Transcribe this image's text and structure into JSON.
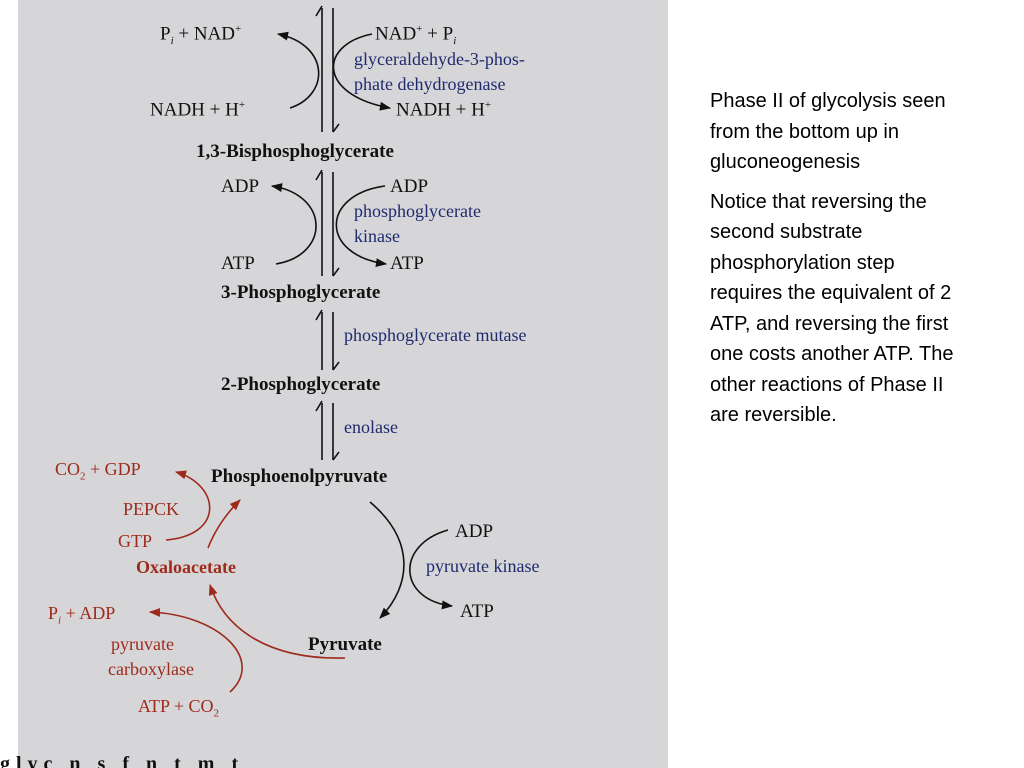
{
  "diagram": {
    "step1": {
      "left_top": "P",
      "left_top_i": "i",
      "left_top_rest": " + NAD",
      "left_top_sup": "+",
      "right_top": "NAD",
      "right_top_sup": "+",
      "right_top_rest": " + P",
      "right_top_i": "i",
      "enzyme_line1": "glyceraldehyde-3-phos-",
      "enzyme_line2": "phate dehydrogenase",
      "left_bottom": "NADH + H",
      "left_bottom_sup": "+",
      "right_bottom": "NADH + H",
      "right_bottom_sup": "+"
    },
    "compound1": "1,3-Bisphosphoglycerate",
    "step2": {
      "left_top": "ADP",
      "right_top": "ADP",
      "enzyme_line1": "phosphoglycerate",
      "enzyme_line2": "kinase",
      "left_bottom": "ATP",
      "right_bottom": "ATP"
    },
    "compound2": "3-Phosphoglycerate",
    "step3_enzyme": "phosphoglycerate mutase",
    "compound3": "2-Phosphoglycerate",
    "step4_enzyme": "enolase",
    "compound4": "Phosphoenolpyruvate",
    "pepck": {
      "product_co2": "CO",
      "product_sub": "2",
      "product_rest": " + GDP",
      "enzyme": "PEPCK",
      "cosubstrate": "GTP"
    },
    "compound5": "Oxaloacetate",
    "pyruvate_kinase": {
      "adp": "ADP",
      "enzyme": "pyruvate kinase",
      "atp": "ATP"
    },
    "carboxylase": {
      "product": "P",
      "product_i": "i",
      "product_rest": " + ADP",
      "enzyme_line1": "pyruvate",
      "enzyme_line2": "carboxylase",
      "substrate": "ATP + CO",
      "substrate_sub": "2"
    },
    "compound6": "Pyruvate",
    "cutoff_text": "glyc n s  f    n  t  m    t"
  },
  "sidetext": {
    "para1": "Phase II of glycolysis seen from the bottom up in gluconeogenesis",
    "para2": "Notice that reversing the second substrate phosphorylation step requires the equivalent of 2 ATP, and reversing the first one costs another ATP.  The other reactions of Phase II are reversible."
  },
  "colors": {
    "panel_bg": "#d6d6d9",
    "black_text": "#111111",
    "enzyme_blue": "#1f2a6e",
    "gluconeo_red": "#9e2a1c"
  }
}
